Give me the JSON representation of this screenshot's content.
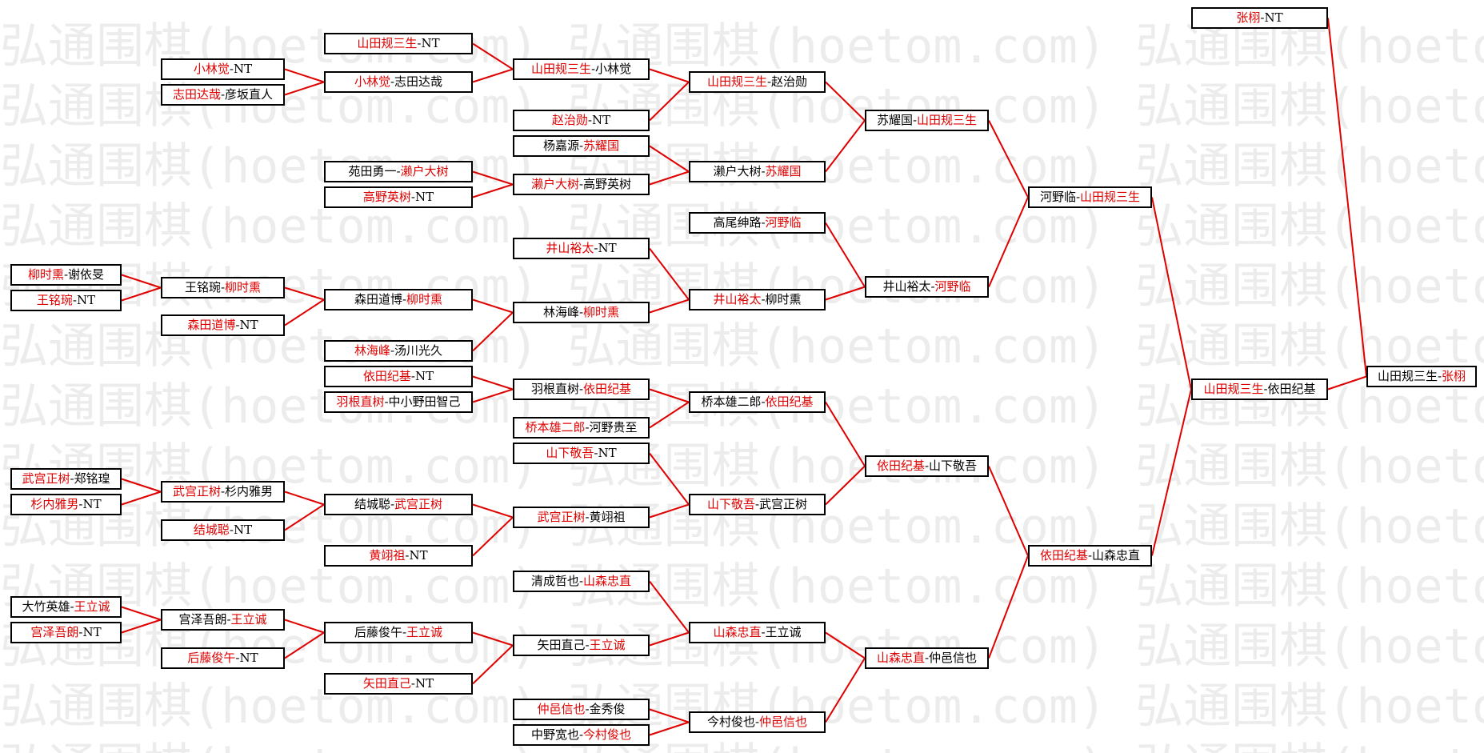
{
  "watermark": {
    "text": "弘通围棋(hoetom.com)"
  },
  "colors": {
    "winner": "#e00000",
    "loser": "#000000",
    "line": "#e00000",
    "border": "#000000",
    "watermark": "#ececec"
  },
  "bracket": {
    "r1": [
      {
        "p1": "柳时熏",
        "p2": "谢依旻",
        "winner": 1
      },
      {
        "p1": "王铭琬",
        "p2": "NT",
        "winner": 1
      },
      {
        "p1": "武宫正树",
        "p2": "郑铭瑝",
        "winner": 1
      },
      {
        "p1": "杉内雅男",
        "p2": "NT",
        "winner": 1
      },
      {
        "p1": "大竹英雄",
        "p2": "王立诚",
        "winner": 2
      },
      {
        "p1": "宫泽吾朗",
        "p2": "NT",
        "winner": 1
      }
    ],
    "r2": [
      {
        "p1": "小林觉",
        "p2": "NT",
        "winner": 1
      },
      {
        "p1": "志田达哉",
        "p2": "彦坂直人",
        "winner": 1
      },
      {
        "p1": "王铭琬",
        "p2": "柳时熏",
        "winner": 2
      },
      {
        "p1": "森田道博",
        "p2": "NT",
        "winner": 1
      },
      {
        "p1": "武宫正树",
        "p2": "杉内雅男",
        "winner": 1
      },
      {
        "p1": "结城聪",
        "p2": "NT",
        "winner": 1
      },
      {
        "p1": "宫泽吾朗",
        "p2": "王立诚",
        "winner": 2
      },
      {
        "p1": "后藤俊午",
        "p2": "NT",
        "winner": 1
      }
    ],
    "r3": [
      {
        "p1": "山田规三生",
        "p2": "NT",
        "winner": 1
      },
      {
        "p1": "小林觉",
        "p2": "志田达哉",
        "winner": 1
      },
      {
        "p1": "苑田勇一",
        "p2": "濑户大树",
        "winner": 2
      },
      {
        "p1": "高野英树",
        "p2": "NT",
        "winner": 1
      },
      {
        "p1": "森田道博",
        "p2": "柳时熏",
        "winner": 2
      },
      {
        "p1": "林海峰",
        "p2": "汤川光久",
        "winner": 1
      },
      {
        "p1": "依田纪基",
        "p2": "NT",
        "winner": 1
      },
      {
        "p1": "羽根直树",
        "p2": "中小野田智己",
        "winner": 1
      },
      {
        "p1": "结城聪",
        "p2": "武宫正树",
        "winner": 2
      },
      {
        "p1": "黄翊祖",
        "p2": "NT",
        "winner": 1
      },
      {
        "p1": "后藤俊午",
        "p2": "王立诚",
        "winner": 2
      },
      {
        "p1": "矢田直己",
        "p2": "NT",
        "winner": 1
      }
    ],
    "r4": [
      {
        "p1": "山田规三生",
        "p2": "小林觉",
        "winner": 1
      },
      {
        "p1": "赵治勋",
        "p2": "NT",
        "winner": 1
      },
      {
        "p1": "杨嘉源",
        "p2": "苏耀国",
        "winner": 2
      },
      {
        "p1": "濑户大树",
        "p2": "高野英树",
        "winner": 1
      },
      {
        "p1": "井山裕太",
        "p2": "NT",
        "winner": 1
      },
      {
        "p1": "林海峰",
        "p2": "柳时熏",
        "winner": 2
      },
      {
        "p1": "羽根直树",
        "p2": "依田纪基",
        "winner": 2
      },
      {
        "p1": "桥本雄二郎",
        "p2": "河野贵至",
        "winner": 1
      },
      {
        "p1": "山下敬吾",
        "p2": "NT",
        "winner": 1
      },
      {
        "p1": "武宫正树",
        "p2": "黄翊祖",
        "winner": 1
      },
      {
        "p1": "清成哲也",
        "p2": "山森忠直",
        "winner": 2
      },
      {
        "p1": "矢田直己",
        "p2": "王立诚",
        "winner": 2
      },
      {
        "p1": "仲邑信也",
        "p2": "金秀俊",
        "winner": 1
      },
      {
        "p1": "中野宽也",
        "p2": "今村俊也",
        "winner": 2
      }
    ],
    "r5": [
      {
        "p1": "山田规三生",
        "p2": "赵治勋",
        "winner": 1
      },
      {
        "p1": "濑户大树",
        "p2": "苏耀国",
        "winner": 2
      },
      {
        "p1": "高尾绅路",
        "p2": "河野临",
        "winner": 2
      },
      {
        "p1": "井山裕太",
        "p2": "柳时熏",
        "winner": 1
      },
      {
        "p1": "桥本雄二郎",
        "p2": "依田纪基",
        "winner": 2
      },
      {
        "p1": "山下敬吾",
        "p2": "武宫正树",
        "winner": 1
      },
      {
        "p1": "山森忠直",
        "p2": "王立诚",
        "winner": 1
      },
      {
        "p1": "今村俊也",
        "p2": "仲邑信也",
        "winner": 2
      }
    ],
    "r6": [
      {
        "p1": "苏耀国",
        "p2": "山田规三生",
        "winner": 2
      },
      {
        "p1": "井山裕太",
        "p2": "河野临",
        "winner": 2
      },
      {
        "p1": "依田纪基",
        "p2": "山下敬吾",
        "winner": 1
      },
      {
        "p1": "山森忠直",
        "p2": "仲邑信也",
        "winner": 1
      }
    ],
    "r7": [
      {
        "p1": "河野临",
        "p2": "山田规三生",
        "winner": 2
      },
      {
        "p1": "依田纪基",
        "p2": "山森忠直",
        "winner": 1
      }
    ],
    "r8": [
      {
        "p1": "山田规三生",
        "p2": "依田纪基",
        "winner": 1
      },
      {
        "p1": "张栩",
        "p2": "NT",
        "winner": 1
      }
    ],
    "r9": [
      {
        "p1": "山田规三生",
        "p2": "张栩",
        "winner": 2
      }
    ]
  }
}
